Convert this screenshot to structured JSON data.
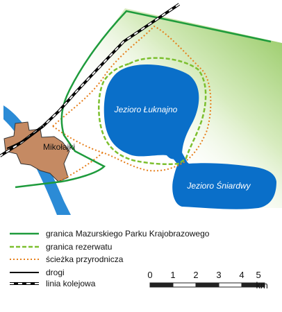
{
  "map": {
    "lake_luknajno": "Jezioro Łuknajno",
    "lake_sniardwy": "Jezioro Śniardwy",
    "town": "Mikołajki",
    "colors": {
      "water": "#0a6fc9",
      "river": "#2b8bd6",
      "town": "#c58a63",
      "park_fill": "#9fcd6a",
      "park_border": "#1e9b3c",
      "reserve_border": "#7cbf2e",
      "nature_trail": "#e67e1a",
      "road": "#000000",
      "railway": "#000000"
    }
  },
  "legend": {
    "park_border": "granica Mazurskiego Parku Krajobrazowego",
    "reserve_border": "granica rezerwatu",
    "nature_trail": "ścieżka przyrodnicza",
    "roads": "drogi",
    "railway": "linia kolejowa"
  },
  "scale": {
    "labels": [
      "0",
      "1",
      "2",
      "3",
      "4",
      "5 km"
    ]
  }
}
